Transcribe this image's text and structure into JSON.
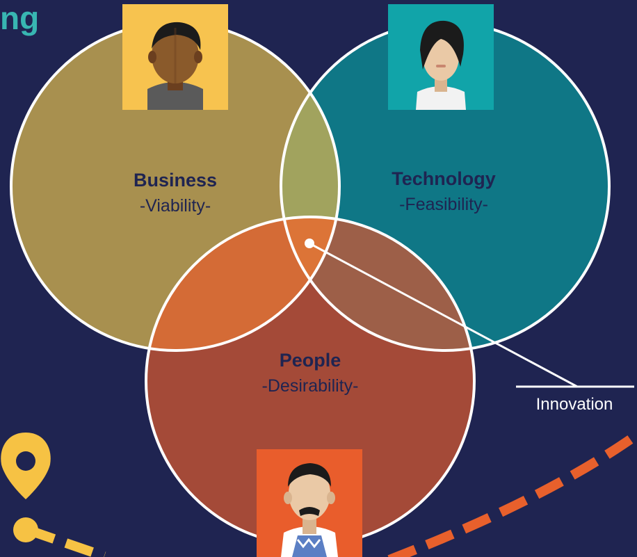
{
  "title_fragment": "ng",
  "circles": {
    "business": {
      "title": "Business",
      "subtitle": "-Viability-"
    },
    "technology": {
      "title": "Technology",
      "subtitle": "-Feasibility-"
    },
    "people": {
      "title": "People",
      "subtitle": "-Desirability-"
    }
  },
  "callout": {
    "label": "Innovation"
  },
  "colors": {
    "background": "#1f2451",
    "business": "#a8904f",
    "technology": "#0f7786",
    "people": "#a44a38",
    "business_technology": "#a1a35e",
    "business_people": "#d46b36",
    "technology_people": "#9d5f48",
    "center": "#dc7437",
    "accent_teal": "#38b6b2",
    "dash_orange": "#e8602c",
    "pin_yellow": "#f6c244"
  },
  "avatars": {
    "business": {
      "icon": "man-avatar-icon",
      "bg": "#f7c34f"
    },
    "technology": {
      "icon": "woman-avatar-icon",
      "bg": "#11a4a9"
    },
    "people": {
      "icon": "mustache-man-avatar-icon",
      "bg": "#e95d2c"
    }
  }
}
